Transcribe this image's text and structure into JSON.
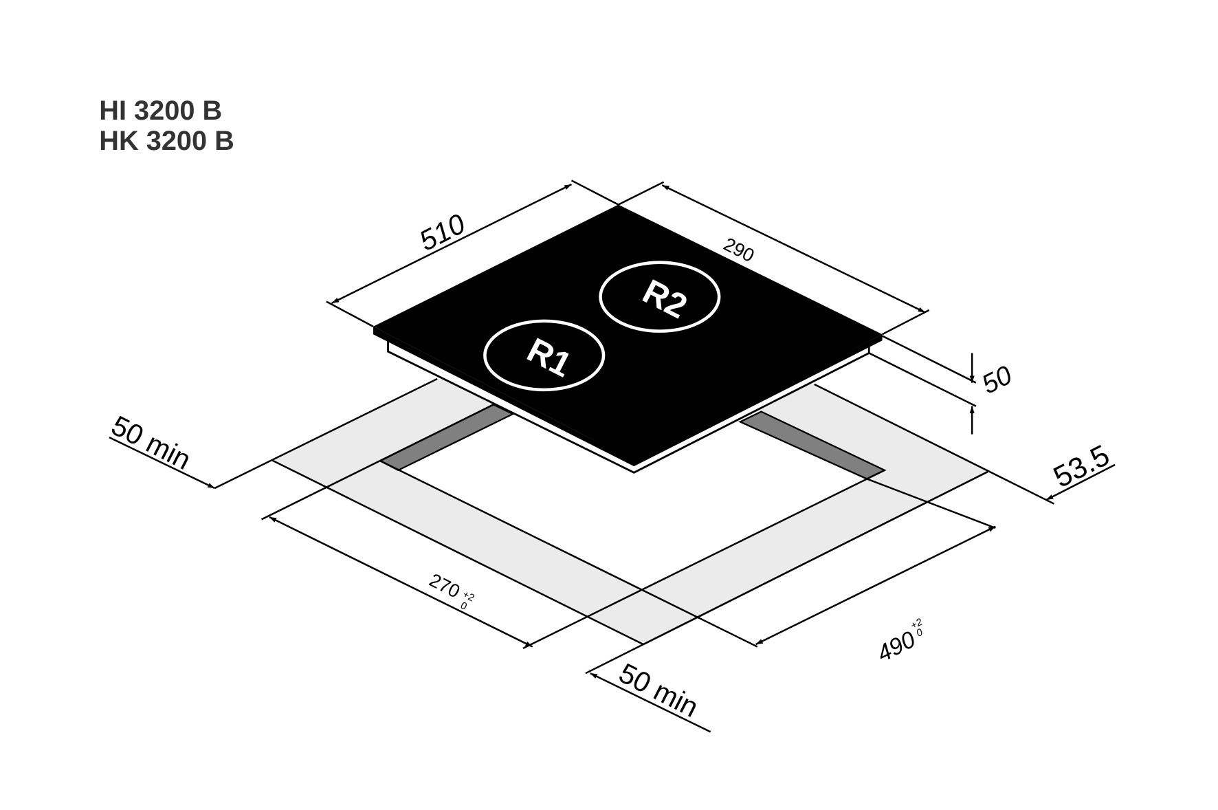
{
  "models": [
    "HI 3200 B",
    "HK 3200 B"
  ],
  "burners": [
    {
      "label": "R1"
    },
    {
      "label": "R2"
    }
  ],
  "dimensions": {
    "width_top": "510",
    "depth_top": "290",
    "height": "50",
    "edge_offset": "53.5",
    "left_clearance": "50 min",
    "bottom_clearance": "50 min",
    "cutout_depth": {
      "value": "270",
      "tol_plus": "+2",
      "tol_minus": "0"
    },
    "cutout_width": {
      "value": "490",
      "tol_plus": "+2",
      "tol_minus": "0"
    }
  },
  "colors": {
    "glass": "#000000",
    "clearance_zone": "#ebebeb",
    "support": "#808080",
    "title": "#333333"
  }
}
